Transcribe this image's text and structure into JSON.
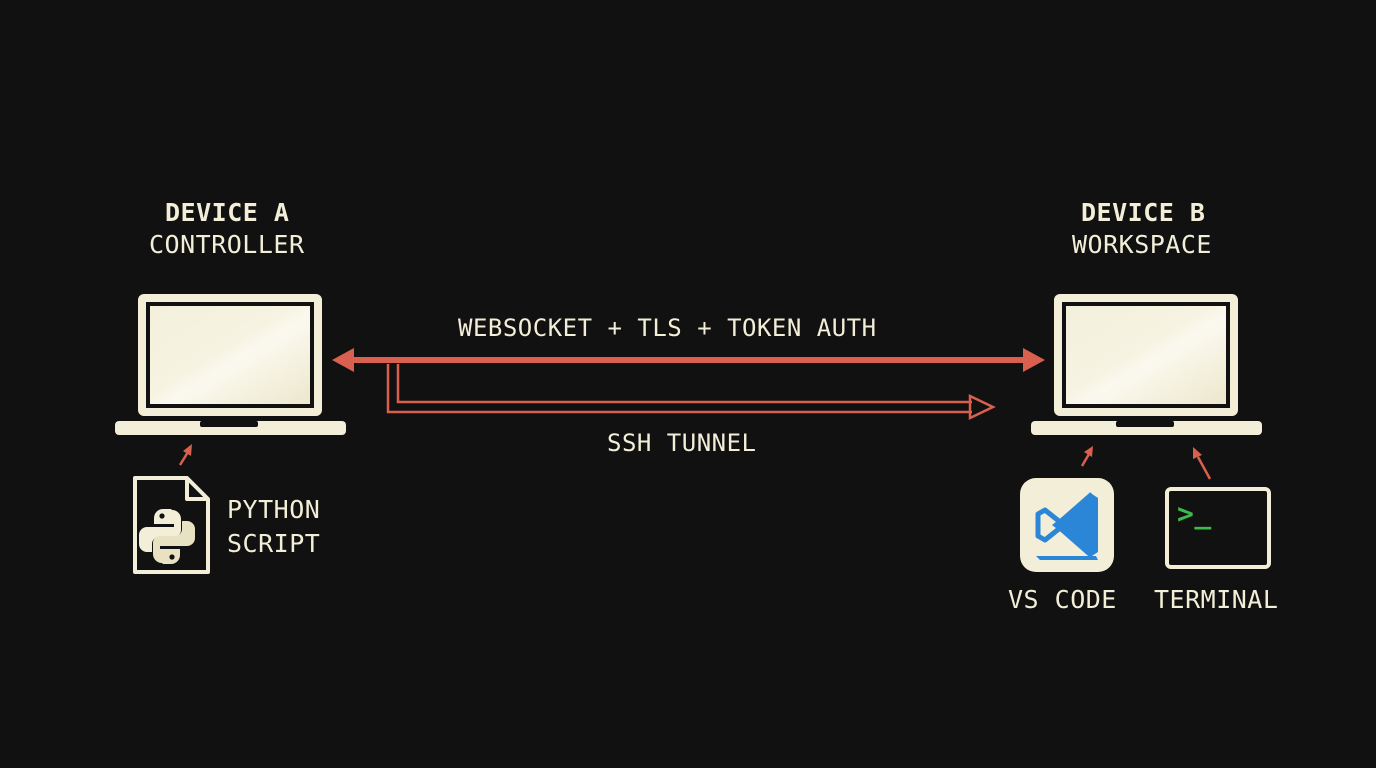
{
  "colors": {
    "background": "#111111",
    "foreground": "#f2eed8",
    "accent": "#d9604f",
    "vscode_blue": "#2b86d8",
    "terminal_green": "#3dbb4a"
  },
  "device_a": {
    "title": "DEVICE A",
    "subtitle": "CONTROLLER",
    "icon": "laptop-icon"
  },
  "device_b": {
    "title": "DEVICE B",
    "subtitle": "WORKSPACE",
    "icon": "laptop-icon"
  },
  "connections": {
    "primary": {
      "label": "WEBSOCKET + TLS + TOKEN AUTH",
      "direction": "bidirectional"
    },
    "secondary": {
      "label": "SSH TUNNEL",
      "direction": "a-to-b"
    }
  },
  "inputs": {
    "python": {
      "line1": "PYTHON",
      "line2": "SCRIPT",
      "icon": "python-file-icon"
    },
    "vscode": {
      "label": "VS CODE",
      "icon": "vscode-icon"
    },
    "terminal": {
      "label": "TERMINAL",
      "icon": "terminal-icon",
      "prompt": ">_"
    }
  }
}
